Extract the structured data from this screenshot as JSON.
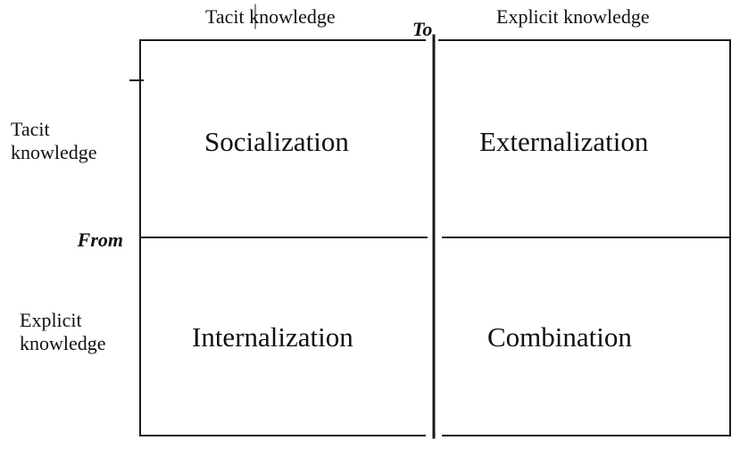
{
  "columns": {
    "tacit_label": "Tacit knowledge",
    "explicit_label": "Explicit knowledge",
    "axis_label": "To"
  },
  "rows": {
    "tacit_label": "Tacit knowledge",
    "explicit_label": "Explicit knowledge",
    "axis_label": "From"
  },
  "cells": {
    "top_left": "Socialization",
    "top_right": "Externalization",
    "bottom_left": "Internalization",
    "bottom_right": "Combination"
  }
}
